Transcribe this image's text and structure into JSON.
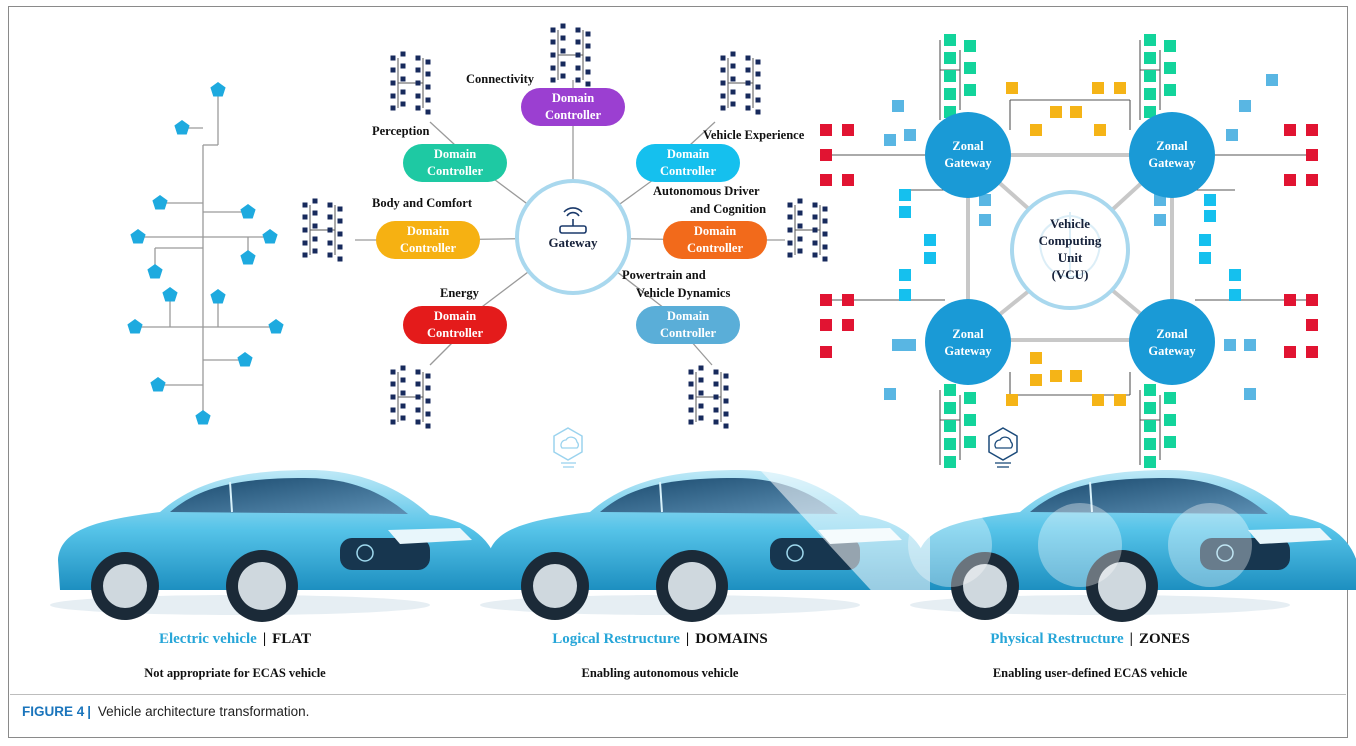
{
  "colors": {
    "flat_node": "#1eaadf",
    "ecu_dark": "#172a5c",
    "perception": "#1ec9a3",
    "connectivity": "#9b3fd1",
    "vehicle_experience": "#15c0ee",
    "body_comfort": "#f6b112",
    "autonomous": "#f26a1b",
    "energy": "#e41b1b",
    "powertrain": "#5aaed8",
    "gateway_ring": "#a9d8ee",
    "zone_blue": "#1a9ad6",
    "zone_green": "#13d49b",
    "zone_yellow": "#f5b417",
    "zone_red": "#e11432",
    "zone_sky": "#59b6e3",
    "car_body": "#56c2e6",
    "title_blue": "#27a6d8"
  },
  "domains": {
    "gateway_label": "Gateway",
    "controller_line1": "Domain",
    "controller_line2": "Controller",
    "items": [
      {
        "key": "perception",
        "label": "Perception"
      },
      {
        "key": "connectivity",
        "label": "Connectivity"
      },
      {
        "key": "vehicle_experience",
        "label": "Vehicle Experience"
      },
      {
        "key": "body_comfort",
        "label": "Body and Comfort"
      },
      {
        "key": "autonomous",
        "label_line1": "Autonomous Driver",
        "label_line2": "and Cognition"
      },
      {
        "key": "energy",
        "label": "Energy"
      },
      {
        "key": "powertrain",
        "label_line1": "Powertrain and",
        "label_line2": "Vehicle Dynamics"
      }
    ]
  },
  "zones": {
    "gateway_line1": "Zonal",
    "gateway_line2": "Gateway",
    "vcu_line1": "Vehicle",
    "vcu_line2": "Computing",
    "vcu_line3": "Unit",
    "vcu_line4": "(VCU)"
  },
  "cars": [
    {
      "title_blue": "Electric vehicle",
      "separator": "|",
      "title_dark": "FLAT",
      "subtitle": "Not appropriate for ECAS vehicle"
    },
    {
      "title_blue": "Logical Restructure",
      "separator": "|",
      "title_dark": "DOMAINS",
      "subtitle": "Enabling autonomous vehicle"
    },
    {
      "title_blue": "Physical Restructure",
      "separator": "|",
      "title_dark": "ZONES",
      "subtitle": "Enabling user-defined ECAS vehicle"
    }
  ],
  "caption": {
    "label": "FIGURE 4",
    "separator": "|",
    "text": "Vehicle architecture transformation."
  }
}
